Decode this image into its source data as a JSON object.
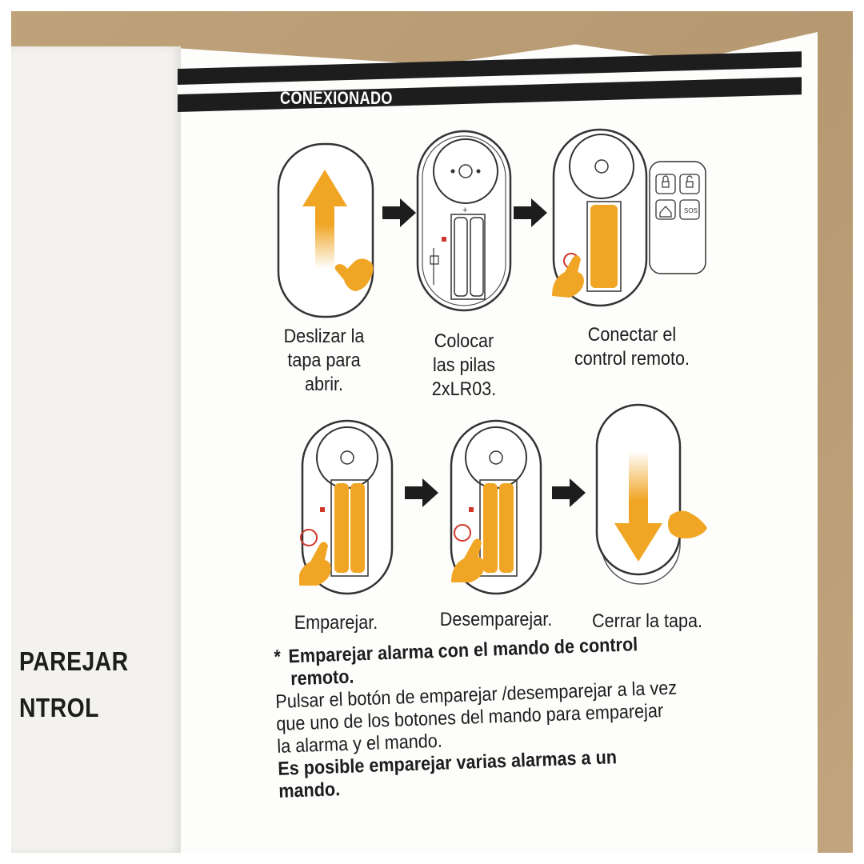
{
  "left_page": {
    "fragment_1": "PAREJAR",
    "fragment_2": "NTROL"
  },
  "header": {
    "title": "CONEXIONADO"
  },
  "steps": [
    {
      "caption": "Deslizar la\ntapa para\nabrir."
    },
    {
      "caption": "Colocar\nlas pilas\n2xLR03."
    },
    {
      "caption": "Conectar el\ncontrol remoto."
    },
    {
      "caption": "Emparejar."
    },
    {
      "caption": "Desemparejar."
    },
    {
      "caption": "Cerrar la tapa."
    }
  ],
  "remote": {
    "sos_label": "SOS"
  },
  "battery_marks": {
    "plus": "+",
    "minus": "−"
  },
  "notes": {
    "bullet": "*",
    "heading_line1": "Emparejar alarma con el mando de control",
    "heading_line2": "remoto.",
    "body": "Pulsar el botón de emparejar /desemparejar a la vez que uno de los botones del mando para emparejar la alarma y el mando.",
    "footer": "Es posible emparejar varias alarmas a un mando."
  },
  "colors": {
    "accent": "#f0a524",
    "text": "#1d1d1d",
    "band": "#1d1d1d",
    "pair_circle": "#d0362b"
  },
  "icons": [
    "arrow-up-icon",
    "arrow-right-icon",
    "arrow-down-icon",
    "hand-icon",
    "lock-icon",
    "unlock-icon",
    "home-icon"
  ]
}
